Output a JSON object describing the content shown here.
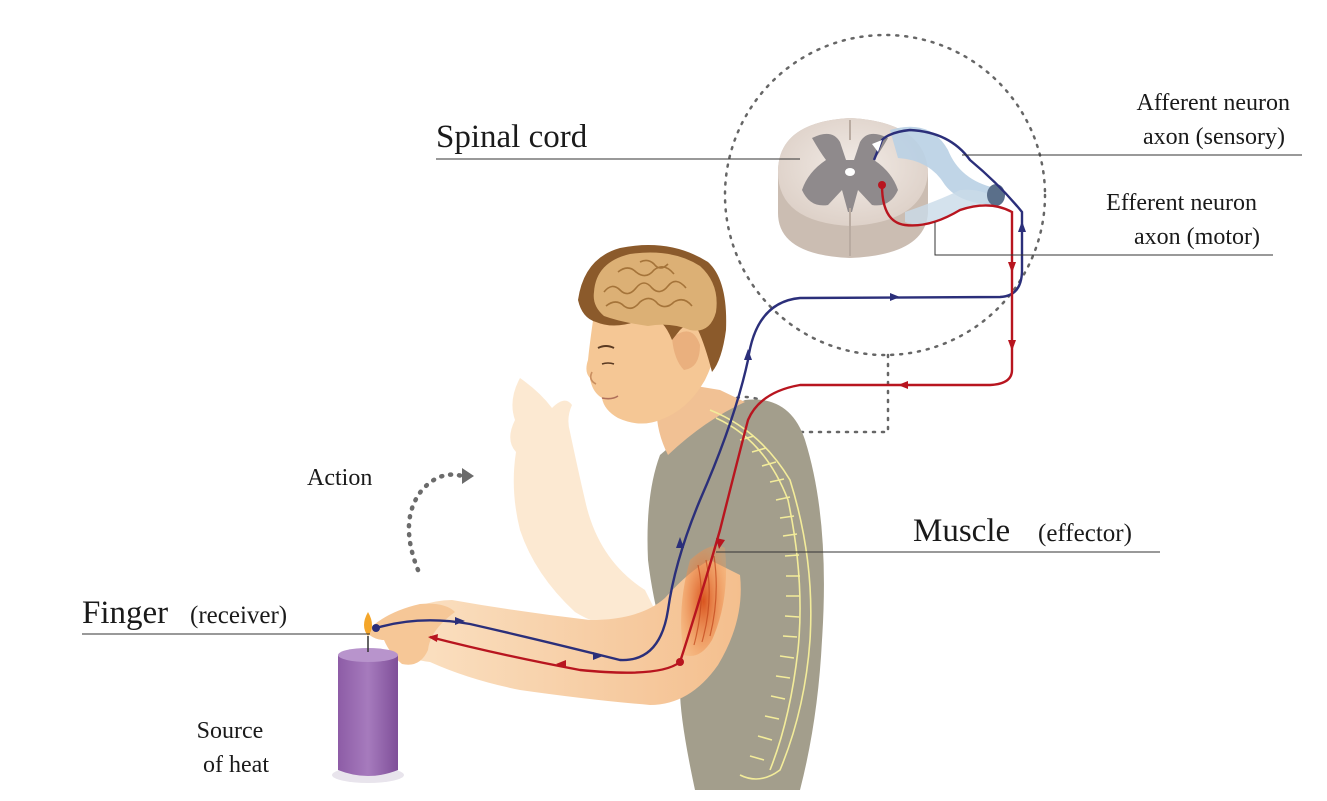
{
  "labels": {
    "spinal_cord": "Spinal cord",
    "afferent_line1": "Afferent neuron",
    "afferent_line2": "axon (sensory)",
    "efferent_line1": "Efferent neuron",
    "efferent_line2": "axon (motor)",
    "action": "Action",
    "muscle": "Muscle",
    "muscle_sub": "(effector)",
    "finger": "Finger",
    "finger_sub": "(receiver)",
    "heat_line1": "Source",
    "heat_line2": "of heat"
  },
  "colors": {
    "afferent": "#2b2f7a",
    "efferent": "#b8151f",
    "body_shirt": "#a39e8c",
    "skin": "#f7c89a",
    "hair": "#8b5a2b",
    "brain": "#d9ad72",
    "candle": "#9b6bb3",
    "muscle": "#e07a3a",
    "spine": "#f3ec9a",
    "grey_matter": "#8f8a8c",
    "cord_outer": "#ddd0c8",
    "leader": "#333333",
    "dotted": "#666666"
  }
}
